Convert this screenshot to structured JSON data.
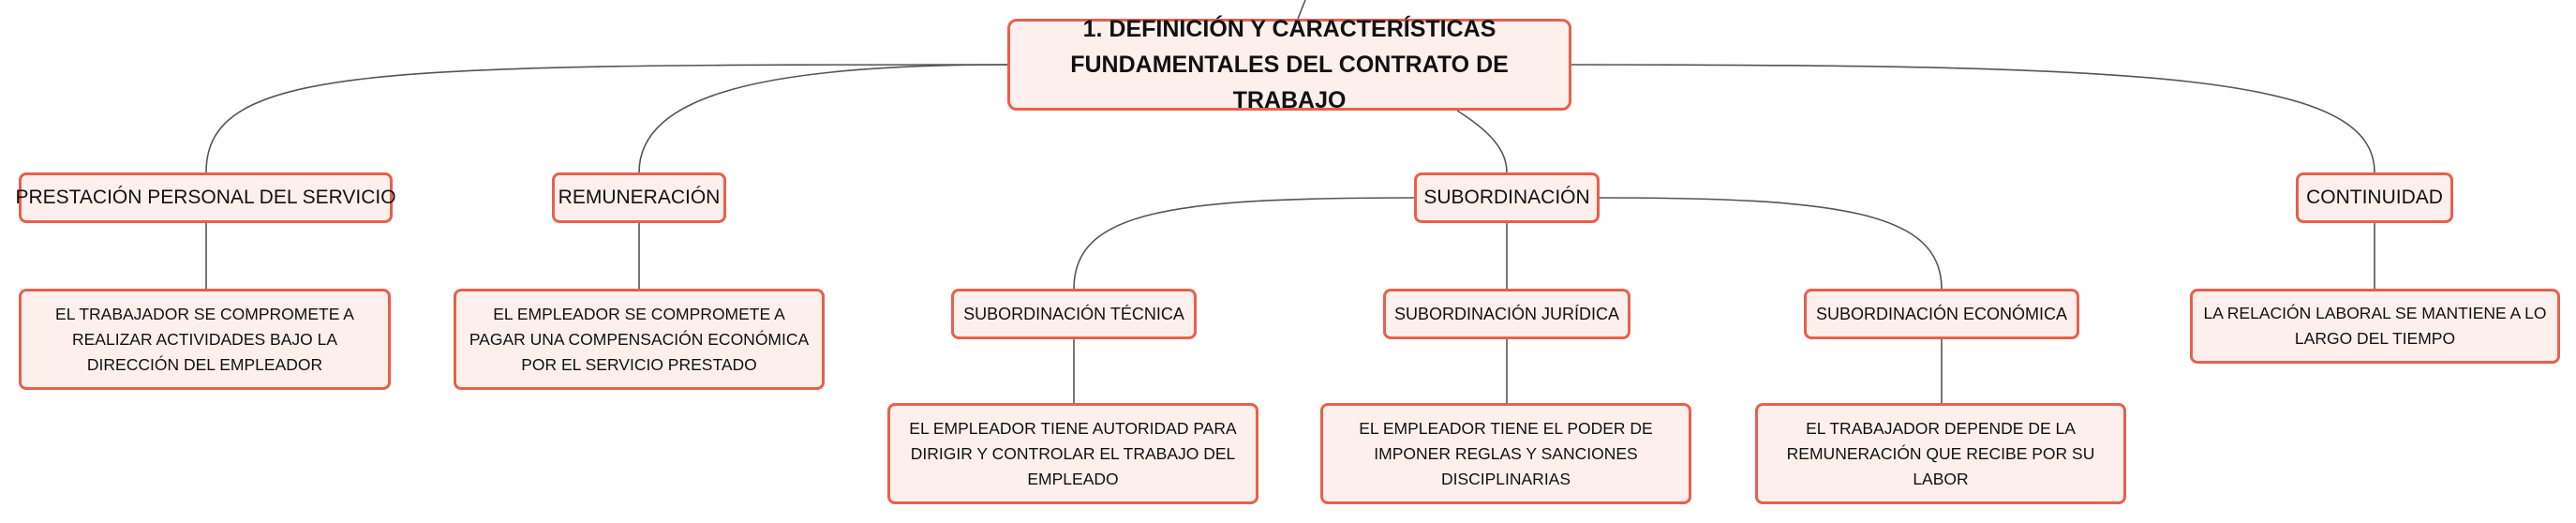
{
  "mindmap": {
    "root": {
      "line1": "1. DEFINICIÓN Y CARACTERÍSTICAS",
      "line2": "FUNDAMENTALES DEL CONTRATO DE TRABAJO"
    },
    "branches": {
      "prestacion": {
        "label": "PRESTACIÓN PERSONAL DEL SERVICIO",
        "detail": "EL TRABAJADOR SE COMPROMETE A REALIZAR ACTIVIDADES BAJO LA DIRECCIÓN DEL EMPLEADOR"
      },
      "remuneracion": {
        "label": "REMUNERACIÓN",
        "detail": "EL EMPLEADOR SE COMPROMETE A PAGAR UNA COMPENSACIÓN ECONÓMICA POR EL SERVICIO PRESTADO"
      },
      "subordinacion": {
        "label": "SUBORDINACIÓN",
        "tecnica": {
          "label": "SUBORDINACIÓN TÉCNICA",
          "detail": "EL EMPLEADOR TIENE AUTORIDAD PARA DIRIGIR Y CONTROLAR EL TRABAJO DEL EMPLEADO"
        },
        "juridica": {
          "label": "SUBORDINACIÓN JURÍDICA",
          "detail": "EL EMPLEADOR TIENE EL PODER DE IMPONER REGLAS Y SANCIONES DISCIPLINARIAS"
        },
        "economica": {
          "label": "SUBORDINACIÓN ECONÓMICA",
          "detail": "EL TRABAJADOR DEPENDE DE LA REMUNERACIÓN QUE RECIBE POR SU LABOR"
        }
      },
      "continuidad": {
        "label": "CONTINUIDAD",
        "detail": "LA RELACIÓN LABORAL SE MANTIENE A LO LARGO DEL TIEMPO"
      }
    },
    "colors": {
      "node_border": "#e8604c",
      "node_fill": "#fdf0ec",
      "connector": "#555555",
      "text": "#111111"
    }
  }
}
